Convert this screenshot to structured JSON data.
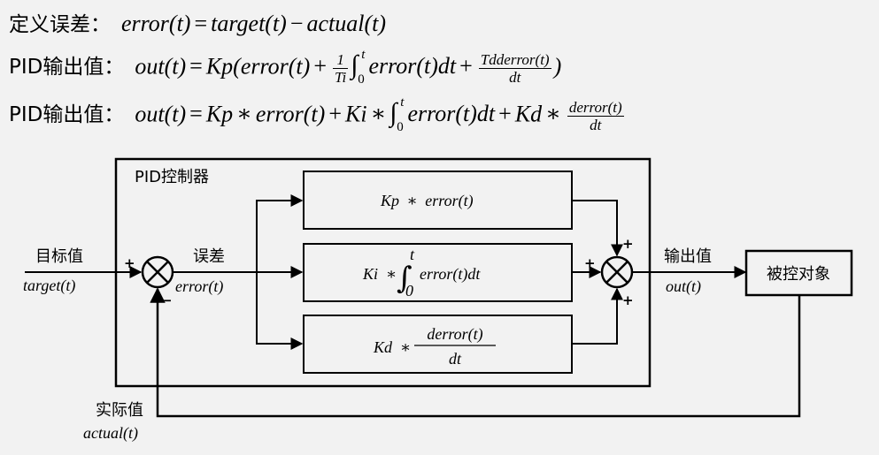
{
  "formulas": {
    "error_def": {
      "label": "定义误差：",
      "lhs": "error(t)",
      "eq": "=",
      "rhs_target": "target(t)",
      "minus": "−",
      "rhs_actual": "actual(t)"
    },
    "pid_form1": {
      "label": "PID输出值：",
      "lhs": "out(t)",
      "eq": "=",
      "kp": "Kp",
      "open": "(",
      "err": "error(t)",
      "plus1": "+",
      "frac1_num": "1",
      "frac1_den": "Ti",
      "int_up": "t",
      "int_lo": "0",
      "integrand": "error(t)dt",
      "plus2": "+",
      "frac2_num": "Tdderror(t)",
      "frac2_den": "dt",
      "close": ")"
    },
    "pid_form2": {
      "label": "PID输出值：",
      "lhs": "out(t)",
      "eq": "=",
      "kp": "Kp",
      "mul1": "∗",
      "err": "error(t)",
      "plus1": "+",
      "ki": "Ki",
      "mul2": "∗",
      "int_up": "t",
      "int_lo": "0",
      "integrand": "error(t)dt",
      "plus2": "+",
      "kd": "Kd",
      "mul3": "∗",
      "frac_num": "derror(t)",
      "frac_den": "dt"
    }
  },
  "diagram": {
    "controller_title": "PID控制器",
    "setpoint_label": "目标值",
    "setpoint_math": "target(t)",
    "error_label": "误差",
    "error_math": "error(t)",
    "output_label": "输出值",
    "output_math": "out(t)",
    "plant_label": "被控对象",
    "feedback_label": "实际值",
    "feedback_math": "actual(t)",
    "block_p": {
      "k": "Kp",
      "mul": "∗",
      "expr": "error(t)"
    },
    "block_i": {
      "k": "Ki",
      "mul": "∗",
      "int_up": "t",
      "int_lo": "0",
      "expr": "error(t)dt"
    },
    "block_d": {
      "k": "Kd",
      "mul": "∗",
      "num": "derror(t)",
      "den": "dt"
    },
    "sum1_signs": {
      "plus": "+",
      "minus": "−"
    },
    "sum2_signs": {
      "top": "+",
      "left": "+",
      "bottom": "+"
    }
  }
}
